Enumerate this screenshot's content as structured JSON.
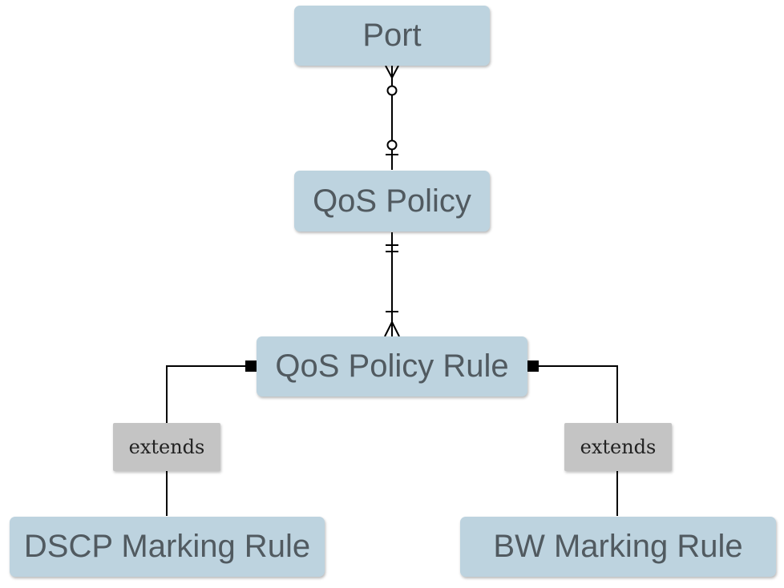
{
  "entities": {
    "port": "Port",
    "qos_policy": "QoS Policy",
    "qos_policy_rule": "QoS Policy Rule",
    "dscp_marking_rule": "DSCP Marking Rule",
    "bw_marking_rule": "BW Marking Rule"
  },
  "relations": {
    "extends_left": "extends",
    "extends_right": "extends"
  },
  "colors": {
    "entity_fill": "#bdd3df",
    "entity_text": "#515a60",
    "label_fill": "#c4c4c4",
    "connector": "#000000"
  }
}
